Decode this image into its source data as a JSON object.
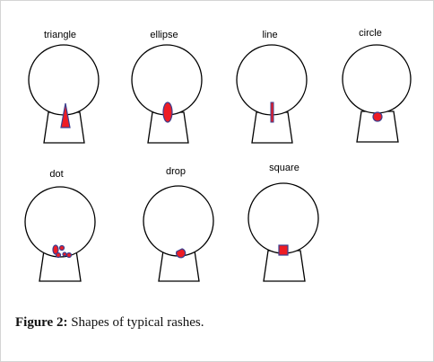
{
  "figure": {
    "caption_label": "Figure 2:",
    "caption_text": " Shapes of typical rashes.",
    "shape_labels": {
      "triangle": "triangle",
      "ellipse": "ellipse",
      "line": "line",
      "circle": "circle",
      "dot": "dot",
      "drop": "drop",
      "square": "square"
    }
  },
  "colors": {
    "rash_fill": "#ee1c24",
    "rash_stroke": "#3b3f8f",
    "outline": "#000000"
  }
}
